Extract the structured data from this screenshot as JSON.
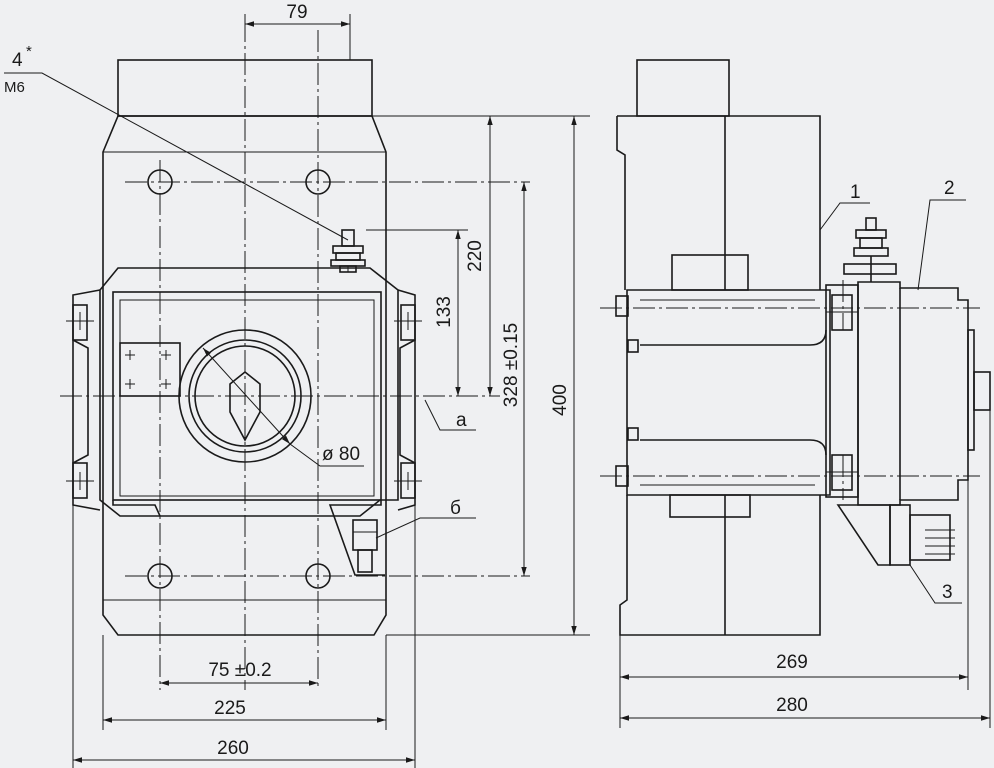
{
  "dimensions": {
    "d79": "79",
    "d220": "220",
    "d133": "133",
    "d328": "328 ±0.15",
    "d400": "400",
    "d80": "ø 80",
    "d75": "75 ±0.2",
    "d225": "225",
    "d260": "260",
    "d269": "269",
    "d280": "280"
  },
  "callouts": {
    "bolt_top": "4",
    "bolt_star": "*",
    "bolt_bottom": "М6",
    "a": "а",
    "b": "б",
    "p1": "1",
    "p2": "2",
    "p3": "3"
  }
}
